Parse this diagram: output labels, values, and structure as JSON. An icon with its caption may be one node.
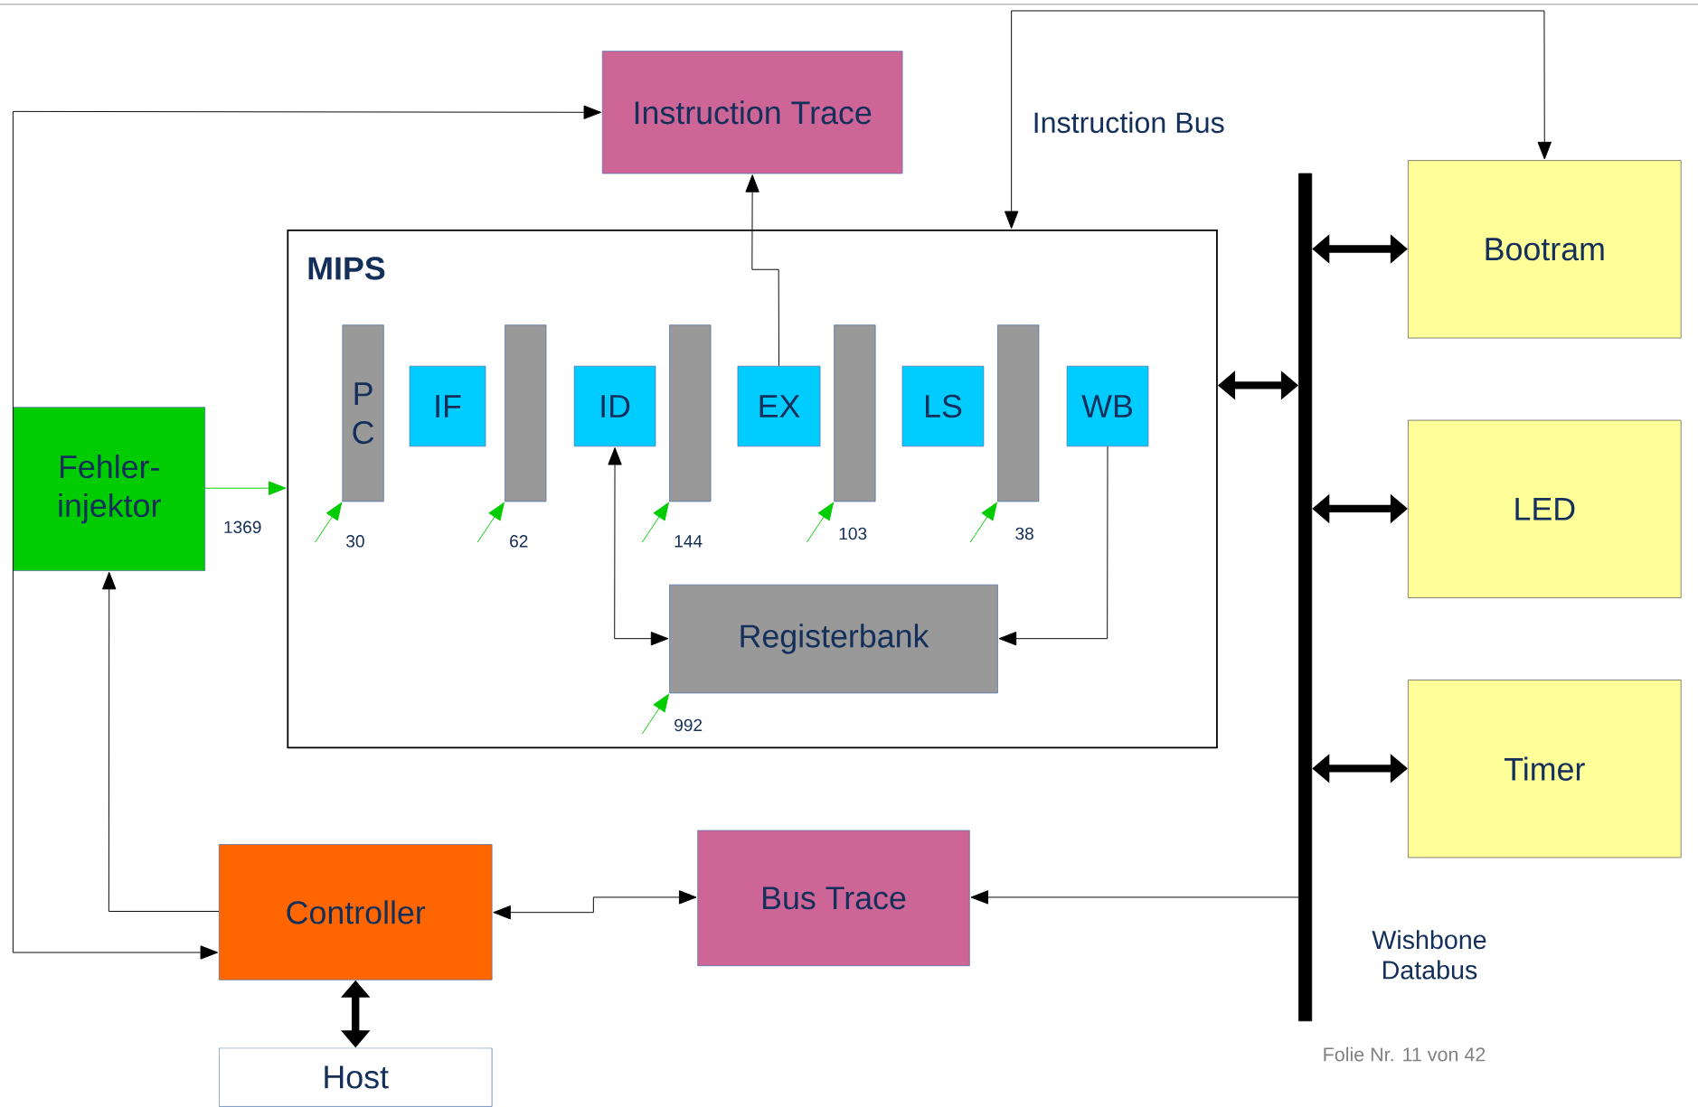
{
  "diagram": {
    "nodes": [
      {
        "text": [
          "Instruction Trace"
        ]
      },
      {
        "text": [
          "Bootram"
        ]
      },
      {
        "text": [
          "MIPS"
        ]
      },
      {
        "text": [
          "P C"
        ],
        "in": 2
      },
      {
        "text": [
          "IF"
        ],
        "in": 2
      },
      {
        "text": [],
        "shape": "bar",
        "in": 2
      },
      {
        "text": [
          "ID"
        ],
        "in": 2
      },
      {
        "text": [],
        "shape": "bar",
        "in": 2
      },
      {
        "text": [
          "EX"
        ],
        "in": 2
      },
      {
        "text": [],
        "shape": "bar",
        "in": 2
      },
      {
        "text": [
          "LS"
        ],
        "in": 2
      },
      {
        "text": [],
        "shape": "bar",
        "in": 2
      },
      {
        "text": [
          "WB"
        ],
        "in": 2
      },
      {
        "text": [
          "Registerbank"
        ],
        "in": 2
      },
      {
        "text": [
          "Fehler- injektor"
        ]
      },
      {
        "text": [
          "LED"
        ]
      },
      {
        "text": [
          "Timer"
        ]
      },
      {
        "text": [],
        "shape": "bar",
        "beside": [
          "Wishbone Databus"
        ]
      },
      {
        "text": [
          "Bus Trace"
        ]
      },
      {
        "text": [
          "Controller"
        ]
      },
      {
        "text": [
          "Host"
        ]
      }
    ],
    "edges": [
      {
        "from": 19,
        "to": 0,
        "arrow": "both"
      },
      {
        "from": 8,
        "to": 0,
        "arrow": "to"
      },
      {
        "from": 2,
        "to": 1,
        "arrow": "both",
        "label": "Instruction Bus"
      },
      {
        "from": 14,
        "to": 2,
        "arrow": "to",
        "label": "1369",
        "color": "#00cc00"
      },
      {
        "from": null,
        "to": 3,
        "arrow": "to",
        "label": "30",
        "color": "#00cc00"
      },
      {
        "from": null,
        "to": 5,
        "arrow": "to",
        "label": "62",
        "color": "#00cc00"
      },
      {
        "from": null,
        "to": 7,
        "arrow": "to",
        "label": "144",
        "color": "#00cc00"
      },
      {
        "from": null,
        "to": 9,
        "arrow": "to",
        "label": "103",
        "color": "#00cc00"
      },
      {
        "from": null,
        "to": 11,
        "arrow": "to",
        "label": "38",
        "color": "#00cc00"
      },
      {
        "from": null,
        "to": 13,
        "arrow": "to",
        "label": "992",
        "color": "#00cc00"
      },
      {
        "from": 6,
        "to": 13,
        "arrow": "both"
      },
      {
        "from": 12,
        "to": 13,
        "arrow": "to"
      },
      {
        "from": 2,
        "to": 17,
        "arrow": "both",
        "style": "thick"
      },
      {
        "from": 17,
        "to": 1,
        "arrow": "both",
        "style": "thick"
      },
      {
        "from": 17,
        "to": 15,
        "arrow": "both",
        "style": "thick"
      },
      {
        "from": 17,
        "to": 16,
        "arrow": "both",
        "style": "thick"
      },
      {
        "from": 17,
        "to": 18,
        "arrow": "to"
      },
      {
        "from": 19,
        "to": 18,
        "arrow": "both"
      },
      {
        "from": 19,
        "to": 14,
        "arrow": "to"
      },
      {
        "from": 19,
        "to": 20,
        "arrow": "both",
        "style": "thick"
      }
    ],
    "labels": [
      "Folie Nr. 11 von 42"
    ]
  }
}
